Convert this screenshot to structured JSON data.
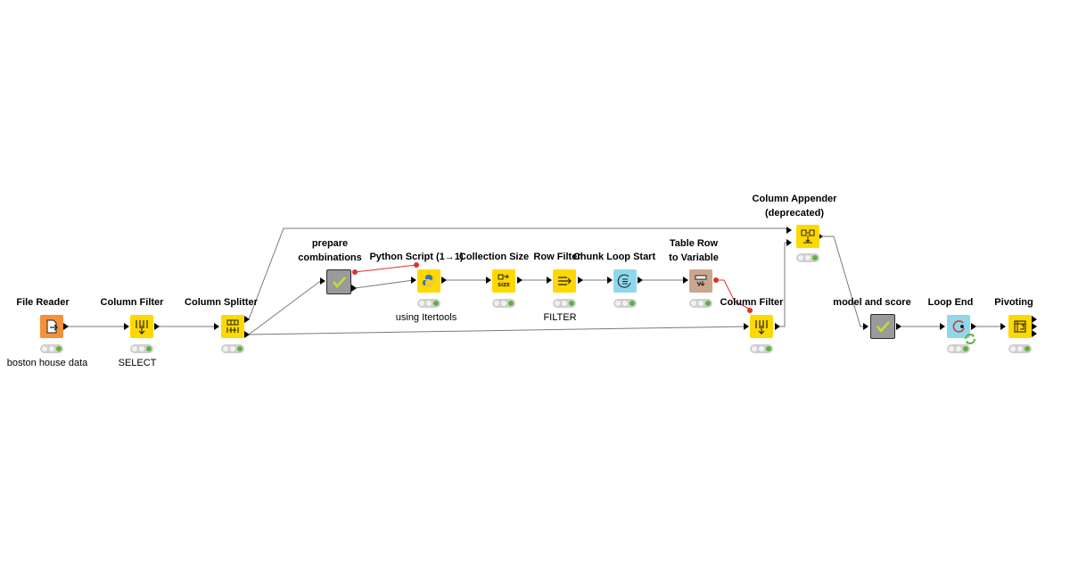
{
  "nodes": {
    "file_reader": {
      "title": "File Reader",
      "annotation": "boston house data"
    },
    "column_filter_1": {
      "title": "Column Filter",
      "annotation": "SELECT"
    },
    "column_splitter": {
      "title": "Column Splitter"
    },
    "prepare_combinations": {
      "title": "prepare\ncombinations"
    },
    "python_script": {
      "title": "Python Script (1→1)",
      "annotation": "using Itertools"
    },
    "collection_size": {
      "title": "Collection Size"
    },
    "row_filter": {
      "title": "Row Filter",
      "annotation": "FILTER"
    },
    "chunk_loop_start": {
      "title": "Chunk Loop Start"
    },
    "table_row_to_variable": {
      "title": "Table Row\nto Variable"
    },
    "column_filter_2": {
      "title": "Column Filter"
    },
    "column_appender": {
      "title": "Column Appender\n(deprecated)"
    },
    "model_and_score": {
      "title": "model and score"
    },
    "loop_end": {
      "title": "Loop End"
    },
    "pivoting": {
      "title": "Pivoting"
    }
  },
  "colors": {
    "manipulator": "#ffd800",
    "source": "#f5913b",
    "metanode": "#9a9a9a",
    "loop": "#8fd8eb",
    "flow_control": "#caa68e",
    "status_ok": "#5fb33d",
    "variable_connection": "#e0302a",
    "connection": "#7a7a7a"
  }
}
